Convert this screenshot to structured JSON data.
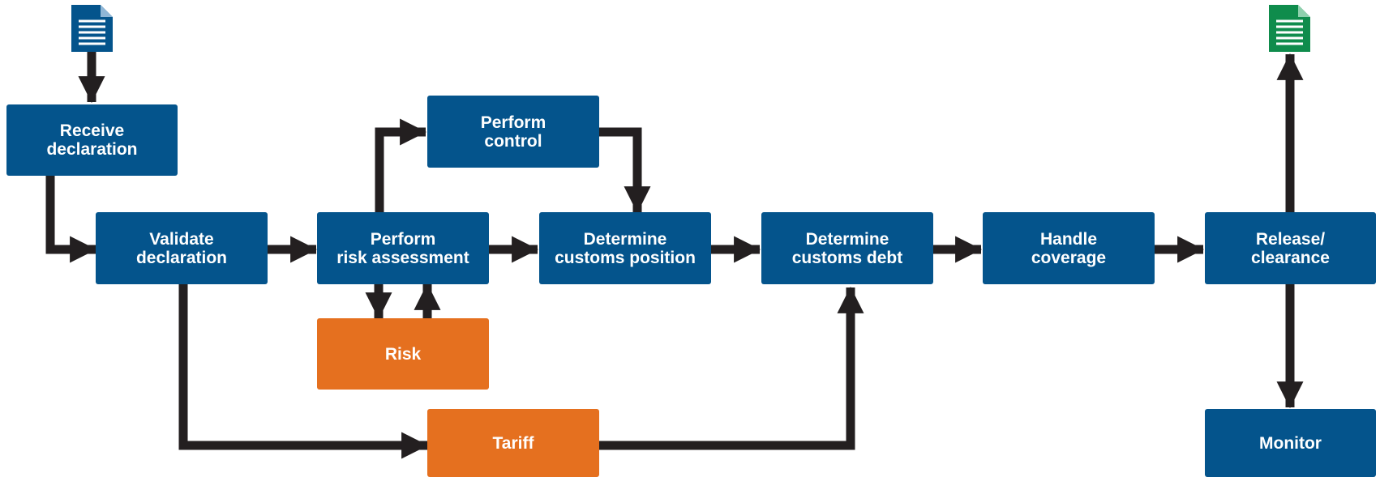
{
  "diagram": {
    "colors": {
      "process": "#04548c",
      "data_store": "#e5701f",
      "arrow": "#231f20",
      "input_document": "#04548c",
      "output_document": "#0f8c4c"
    },
    "icons": {
      "input": "document-icon",
      "output": "document-icon"
    },
    "nodes": {
      "receive": "Receive\ndeclaration",
      "validate": "Validate\ndeclaration",
      "risk_assessment": "Perform\nrisk assessment",
      "control": "Perform\ncontrol",
      "risk": "Risk",
      "customs_position": "Determine\ncustoms position",
      "customs_debt": "Determine\ncustoms debt",
      "coverage": "Handle\ncoverage",
      "release": "Release/\nclearance",
      "tariff": "Tariff",
      "monitor": "Monitor"
    },
    "connections": [
      [
        "input-document",
        "receive"
      ],
      [
        "receive",
        "validate"
      ],
      [
        "validate",
        "risk_assessment"
      ],
      [
        "validate",
        "tariff"
      ],
      [
        "risk_assessment",
        "control"
      ],
      [
        "risk_assessment",
        "risk"
      ],
      [
        "risk",
        "risk_assessment"
      ],
      [
        "risk_assessment",
        "customs_position"
      ],
      [
        "control",
        "customs_position"
      ],
      [
        "customs_position",
        "customs_debt"
      ],
      [
        "tariff",
        "customs_debt"
      ],
      [
        "customs_debt",
        "coverage"
      ],
      [
        "coverage",
        "release"
      ],
      [
        "release",
        "output-document"
      ],
      [
        "release",
        "monitor"
      ]
    ]
  }
}
